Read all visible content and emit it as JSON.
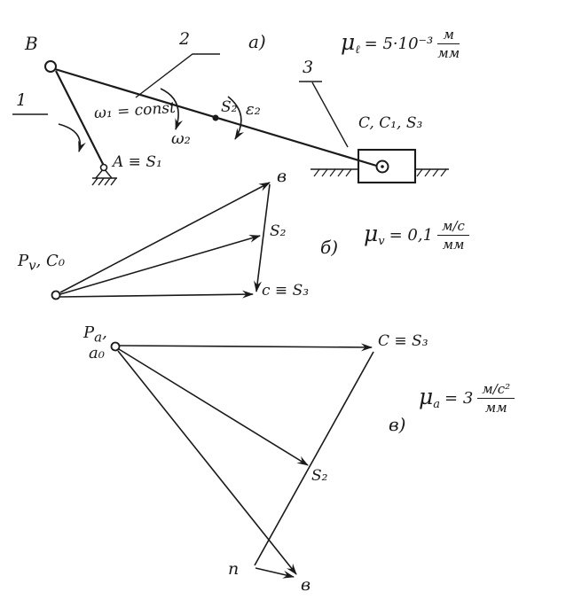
{
  "page": {
    "background": "#ffffff",
    "ink": "#1a1a1a"
  },
  "mechanism": {
    "section_label": "а)",
    "point_B": "B",
    "link1": "1",
    "link2": "2",
    "link3": "3",
    "omega1": "ω₁ = const",
    "omega2": "ω₂",
    "epsilon2": "ε₂",
    "S2": "S₂",
    "A_label": "A ≡ S₁",
    "C_label": "C, C₁, S₃"
  },
  "velocity_polygon": {
    "section_label": "б)",
    "pole": {
      "base": "P",
      "sub": "v",
      "rest": ", C₀"
    },
    "point_b": "в",
    "point_S2": "S₂",
    "point_c": "c ≡ S₃"
  },
  "acceleration_polygon": {
    "section_label": "в)",
    "pole": {
      "base": "P",
      "sub": "a",
      "rest": ","
    },
    "pole_line2": "a₀",
    "point_c": "C ≡ S₃",
    "point_S2": "S₂",
    "point_b": "в",
    "point_n": "n"
  },
  "scales": {
    "mu_l": {
      "sym": "μ",
      "sub": "ℓ",
      "eq": "= 5·10⁻³",
      "num": "м",
      "den": "мм"
    },
    "mu_v": {
      "sym": "μ",
      "sub": "v",
      "eq": "= 0,1",
      "num": "м/с",
      "den": "мм"
    },
    "mu_a": {
      "sym": "μ",
      "sub": "a",
      "eq": "= 3",
      "num": "м/с²",
      "den": "мм"
    }
  }
}
